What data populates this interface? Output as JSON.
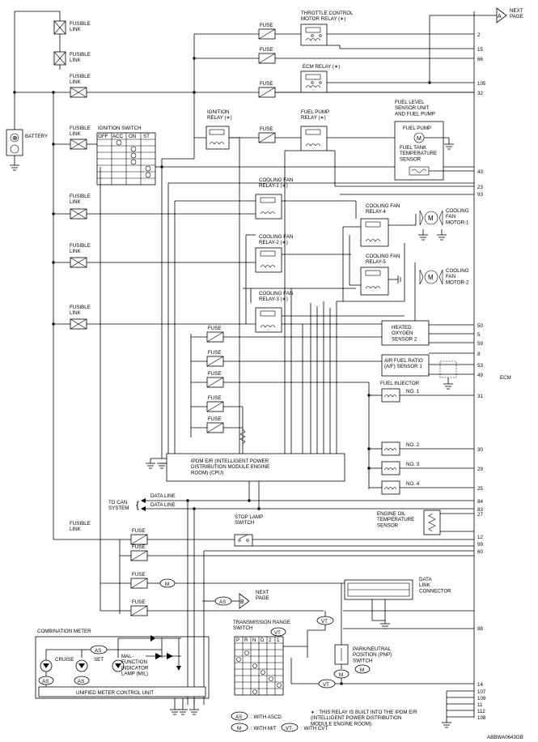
{
  "diagram_id": "ABBWA0643GB",
  "next_page": {
    "marker": "A",
    "label": "NEXT\nPAGE"
  },
  "next_page_b": {
    "marker": "B",
    "label": "NEXT\nPAGE"
  },
  "ecm": {
    "label": "ECM",
    "pins_top": [
      "2",
      "15",
      "66",
      "105",
      "32"
    ],
    "pins_mid": [
      "43",
      "23",
      "93"
    ],
    "pins_sensors": [
      "50",
      "5",
      "59",
      "8",
      "53",
      "49",
      "31",
      "30",
      "29",
      "25",
      "84",
      "83",
      "27",
      "12",
      "99",
      "60",
      "88"
    ],
    "pins_bottom": [
      "14",
      "107",
      "109",
      "11",
      "112",
      "108"
    ]
  },
  "battery": {
    "label": "BATTERY"
  },
  "fusible_links": [
    "FUSIBLE\nLINK",
    "FUSIBLE\nLINK",
    "FUSIBLE\nLINK",
    "FUSIBLE\nLINK",
    "FUSIBLE\nLINK",
    "FUSIBLE\nLINK",
    "FUSIBLE\nLINK"
  ],
  "ignition_switch": {
    "label": "IGNITION SWITCH",
    "cols": [
      "OFF",
      "ACC",
      "ON",
      "ST"
    ]
  },
  "ignition_relay": {
    "label": "IGNITION\nRELAY (∗)"
  },
  "throttle_relay": {
    "label": "THROTTLE CONTROL\nMOTOR RELAY (∗)"
  },
  "ecm_relay": {
    "label": "ECM RELAY (∗)"
  },
  "fuel_pump_relay": {
    "label": "FUEL PUMP\nRELAY (∗)"
  },
  "fuel_unit": {
    "title": "FUEL LEVEL\nSENSOR UNIT\nAND FUEL PUMP",
    "pump": "FUEL PUMP",
    "temp": "FUEL TANK\nTEMPERATURE\nSENSOR"
  },
  "fan_relays": [
    "COOLING FAN\nRELAY-1 (∗)",
    "COOLING FAN\nRELAY-2 (∗)",
    "COOLING FAN\nRELAY-3 (∗)",
    "COOLING FAN\nRELAY-4",
    "COOLING FAN\nRELAY-5"
  ],
  "fan_motors": [
    "COOLING\nFAN\nMOTOR-1",
    "COOLING\nFAN\nMOTOR-2"
  ],
  "fuse_label": "FUSE",
  "ho2s2": "HEATED\nOXYGEN\nSENSOR 2",
  "af_sensor": "AIR FUEL RATIO\n(A/F) SENSOR 1",
  "fuel_injector": {
    "title": "FUEL INJECTOR",
    "nos": [
      "NO. 1",
      "NO. 2",
      "NO. 3",
      "NO. 4"
    ]
  },
  "ipdm": "IPDM E/R (INTELLIGENT POWER\nDISTRIBUTION MODULE ENGINE\nROOM) (CPU)",
  "can": {
    "label": "TO CAN\nSYSTEM",
    "lines": [
      "DATA LINE",
      "DATA LINE"
    ]
  },
  "stop_lamp": "STOP LAMP\nSWITCH",
  "oil_temp": "ENGINE OIL\nTEMPERATURE\nSENSOR",
  "dlc": "DATA\nLINK\nCONNECTOR",
  "combination_meter": {
    "title": "COMBINATION METER",
    "cruise": "CRUISE",
    "set": "SET",
    "mil": "MAL-\nFUNCTION\nINDICATOR\nLAMP (MIL)",
    "unit": "UNIFIED METER CONTROL UNIT"
  },
  "trs": {
    "title": "TRANSMISSION RANGE\nSWITCH",
    "cols": [
      "P",
      "R",
      "N",
      "D",
      "2",
      "1"
    ]
  },
  "pnp": "PARK/NEUTRAL\nPOSITION (PNP)\nSWITCH",
  "tags": {
    "as": "AS",
    "m": "M",
    "vt": "VT"
  },
  "legend": {
    "as": ": WITH ASCD",
    "m": ": WITH M/T",
    "vt": ": WITH CVT"
  },
  "footnote": "∗ : THIS RELAY IS BUILT INTO THE IPDM E/R\n(INTELLIGENT POWER DISTRIBUTION\nMODULE ENGINE ROOM)."
}
